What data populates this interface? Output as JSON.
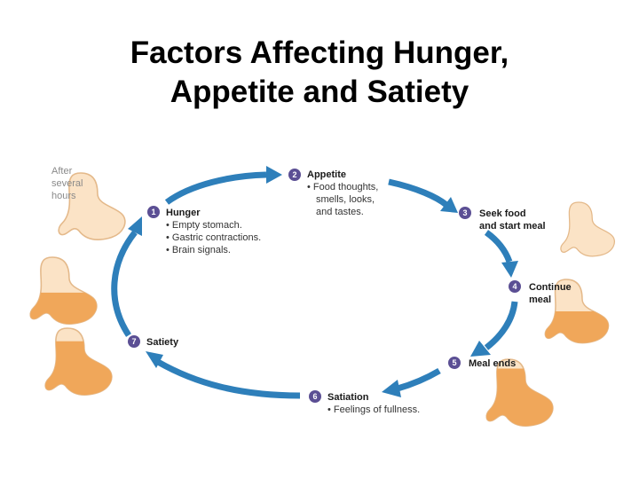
{
  "title": {
    "line1": "Factors Affecting Hunger,",
    "line2": "Appetite and Satiety"
  },
  "note": {
    "line1": "After",
    "line2": "several",
    "line3": "hours"
  },
  "steps": [
    {
      "num": "1",
      "title": "Hunger",
      "details": [
        "• Empty stomach.",
        "• Gastric contractions.",
        "• Brain signals."
      ]
    },
    {
      "num": "2",
      "title": "Appetite",
      "details": [
        "• Food thoughts,",
        "smells, looks,",
        "and tastes."
      ]
    },
    {
      "num": "3",
      "title": "Seek food",
      "title2": "and start meal"
    },
    {
      "num": "4",
      "title": "Continue",
      "title2": "meal"
    },
    {
      "num": "5",
      "title": "Meal ends"
    },
    {
      "num": "6",
      "title": "Satiation",
      "details": [
        "• Feelings of fullness."
      ]
    },
    {
      "num": "7",
      "title": "Satiety"
    }
  ],
  "colors": {
    "arrow": "#3d8ec4",
    "badge": "#5b4f94",
    "stomach_empty": "#f9dcb8",
    "stomach_full": "#f0a75a"
  },
  "icons": [
    "stomach-empty-icon",
    "stomach-filling-icon",
    "stomach-full-icon"
  ]
}
